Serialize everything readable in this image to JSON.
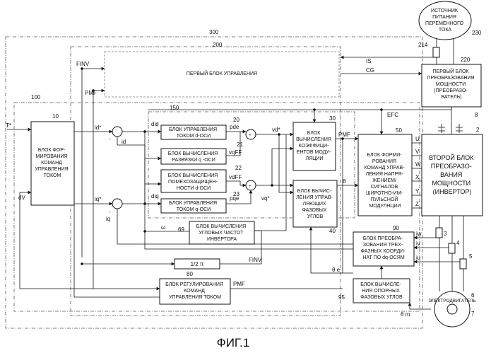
{
  "figure": {
    "caption": "ФИГ.1",
    "frames": {
      "f300": "300",
      "f200": "200",
      "f100": "100",
      "f150": "150"
    },
    "inputs": {
      "t_star": "T*",
      "dv": "dV"
    },
    "blocks": {
      "ac_source": {
        "lines": [
          "ИСТОЧНИК",
          "ПИТАНИЯ",
          "ПЕРЕМЕННОГО",
          "ТОКА"
        ],
        "ref": "230"
      },
      "first_control": {
        "lines": [
          "ПЕРВЫЙ БЛОК УПРАВЛЕНИЯ"
        ]
      },
      "first_converter": {
        "lines": [
          "ПЕРВЫЙ БЛОК",
          "ПРЕОБРАЗОВАНИЯ",
          "МОЩНОСТИ",
          "(ПРЕОБРАЗО-",
          "ВАТЕЛЬ)"
        ],
        "ref": "220"
      },
      "current_cmd": {
        "lines": [
          "БЛОК ФОР-",
          "МИРОВАНИЯ",
          "КОМАНД",
          "УПРАВЛЕНИЯ",
          "ТОКОМ"
        ],
        "ref": "10"
      },
      "d_axis_ctrl": {
        "lines": [
          "БЛОК УПРАВЛЕНИЯ",
          "ТОКОМ d-ОСИ"
        ],
        "ref": "20"
      },
      "decouple_q": {
        "lines": [
          "БЛОК ВЫЧИСЛЕНИЯ",
          "РАЗВЯЗКИ q -ОСИ"
        ],
        "ref": "21"
      },
      "noise_d": {
        "lines": [
          "БЛОК ВЫЧИСЛЕНИЯ",
          "ПОМЕХОЗАЩИЩЕН-",
          "НОСТИ d-ОСИ"
        ],
        "ref": "22"
      },
      "q_axis_ctrl": {
        "lines": [
          "БЛОК УПРАВЛЕНИЯ",
          "ТОКОМ q-ОСИ"
        ],
        "ref": "23"
      },
      "mod_coef": {
        "lines": [
          "БЛОК",
          "ВЫЧИСЛЕНИЯ",
          "КОЭФФИЦИ-",
          "ЕНТОВ МОДУ-",
          "ЛЯЦИИ"
        ],
        "ref": "30"
      },
      "phase_angle": {
        "lines": [
          "БЛОК ВЫЧИС-",
          "ЛЕНИЯ УПРАВ-",
          "ЛЯЮЩИХ",
          "ФАЗОВЫХ",
          "УГЛОВ"
        ],
        "ref": "40"
      },
      "pwm": {
        "lines": [
          "БЛОК ФОРМИ-",
          "РОВАНИЯ",
          "КОМАНД УПРАВ-",
          "ЛЕНИЯ НАПРЯ-",
          "ЖЕНИЕМ/",
          "СИГНАЛОВ",
          "ШИРОТНО-ИМ-",
          "ПУЛЬСНОЙ",
          "МОДУЛЯЦИИ"
        ],
        "ref": "50"
      },
      "inverter": {
        "lines": [
          "ВТОРОЙ БЛОК",
          "ПРЕОБРАЗО-",
          "ВАНИЯ",
          "МОЩНОСТИ",
          "(ИНВЕРТОР)"
        ],
        "ref": "2"
      },
      "ang_freq": {
        "lines": [
          "БЛОК ВЫЧИСЛЕНИЯ",
          "УГЛОВЫХ ЧАСТОТ",
          "ИНВЕРТОРА"
        ],
        "ref": "69"
      },
      "dq_transform": {
        "lines": [
          "БЛОК ПРЕОБРА-",
          "ЗОВАНИЯ ТРЕХ-",
          "ФАЗНЫХ КООРДИ-",
          "НАТ ПО dq-ОСЯМ"
        ],
        "ref": "90"
      },
      "half_pi": {
        "lines": [
          "1/2 π"
        ]
      },
      "current_reg": {
        "lines": [
          "БЛОК РЕГУЛИРОВАНИЯ",
          "КОМАНД",
          "УПРАВЛЕНИЯ ТОКОМ"
        ],
        "ref": "80"
      },
      "ref_phase": {
        "lines": [
          "БЛОК ВЫЧИСЛЕ-",
          "НИЯ ОПОРНЫХ",
          "ФАЗОВЫХ УГЛОВ"
        ],
        "ref": "95"
      },
      "motor": {
        "lines": [
          "ЭЛЕКТРОДВИГАТЕЛЬ"
        ],
        "ref": "6"
      }
    },
    "signals": {
      "finv_top": "FINV",
      "pmf_top": "PMF",
      "is": "IS",
      "cg": "CG",
      "efc": "EFC",
      "id_star": "id*",
      "iq_star": "iq*",
      "id": "id",
      "iq": "iq",
      "did": "did",
      "diq": "diq",
      "pde": "pde",
      "pqe": "pqe",
      "vqff": "vqFF",
      "vdff": "vdFF",
      "vd_star": "vd*",
      "vq_star": "vq*",
      "pmf_mid": "PMF",
      "theta": "θ",
      "omega": "ω",
      "u": "U",
      "v": "V",
      "w": "W",
      "x": "X",
      "y": "Y",
      "z": "Z",
      "iw": "iw",
      "iv": "iv",
      "iu": "iu",
      "finv_bot": "FINV",
      "pmf_bot": "PMF",
      "theta_e": "θ e",
      "theta_m": "θ m",
      "minus": "-",
      "plus": "+"
    },
    "refs": {
      "r214": "214",
      "r8": "8",
      "r3": "3",
      "r4": "4",
      "r5": "5",
      "r7": "7"
    }
  }
}
